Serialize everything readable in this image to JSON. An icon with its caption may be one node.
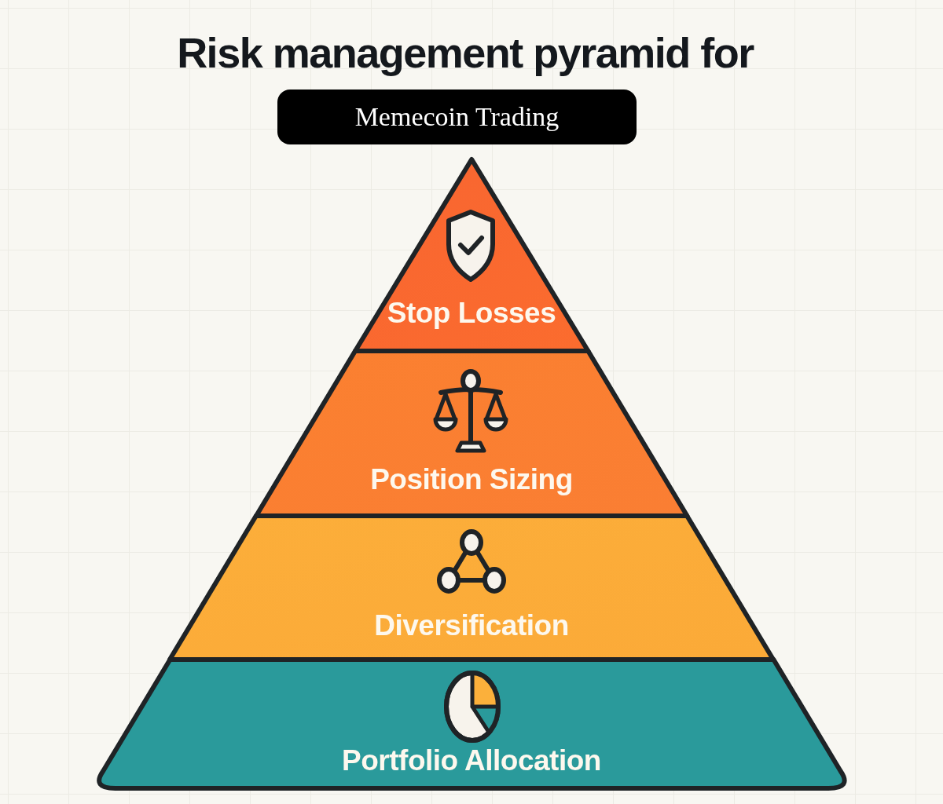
{
  "diagram": {
    "title": "Risk management pyramid for",
    "nodes": [
      {
        "text": [
          "Memecoin Trading"
        ]
      },
      {
        "text": [
          "Stop Losses"
        ]
      },
      {
        "text": [
          "Position Sizing"
        ]
      },
      {
        "text": [
          "Diversification"
        ]
      },
      {
        "text": [
          "Portfolio Allocation"
        ]
      }
    ]
  }
}
